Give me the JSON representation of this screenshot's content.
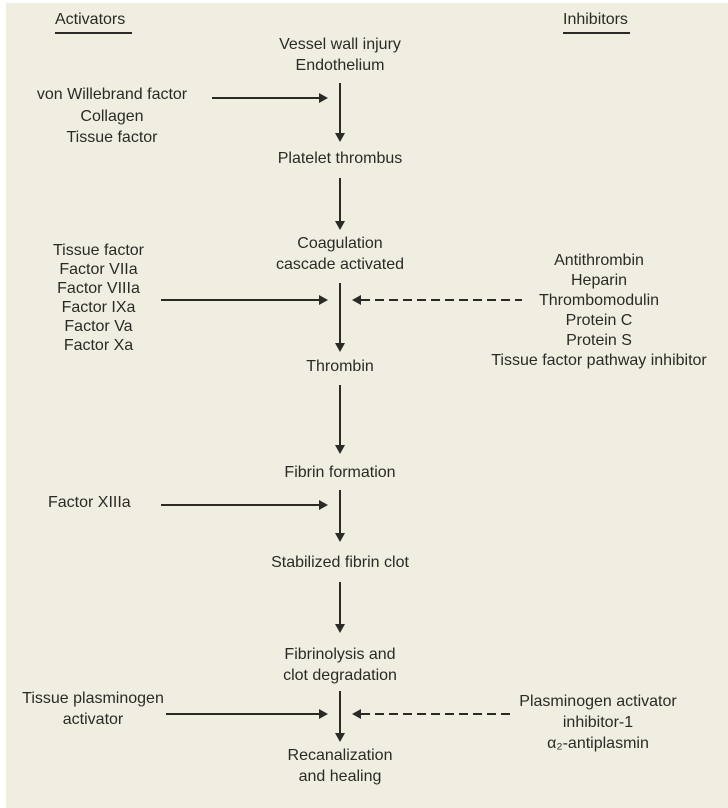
{
  "colors": {
    "background": "#efeee0",
    "text": "#2b2a26",
    "line": "#2b2a26"
  },
  "headers": {
    "activators": "Activators",
    "inhibitors": "Inhibitors"
  },
  "center": {
    "nodes": [
      {
        "id": "vessel-wall-injury",
        "lines": [
          "Vessel wall injury",
          "Endothelium"
        ]
      },
      {
        "id": "platelet-thrombus",
        "lines": [
          "Platelet thrombus"
        ]
      },
      {
        "id": "coagulation-cascade",
        "lines": [
          "Coagulation",
          "cascade activated"
        ]
      },
      {
        "id": "thrombin",
        "lines": [
          "Thrombin"
        ]
      },
      {
        "id": "fibrin-formation",
        "lines": [
          "Fibrin formation"
        ]
      },
      {
        "id": "stabilized-fibrin",
        "lines": [
          "Stabilized fibrin clot"
        ]
      },
      {
        "id": "fibrinolysis",
        "lines": [
          "Fibrinolysis and",
          "clot degradation"
        ]
      },
      {
        "id": "recanalization",
        "lines": [
          "Recanalization",
          "and healing"
        ]
      }
    ]
  },
  "activators": {
    "vessel_injury_group": [
      "von Willebrand factor",
      "Collagen",
      "Tissue factor"
    ],
    "coagulation_group": [
      "Tissue factor",
      "Factor VIIa",
      "Factor VIIIa",
      "Factor IXa",
      "Factor Va",
      "Factor Xa"
    ],
    "fibrin_group": [
      "Factor XIIIa"
    ],
    "fibrinolysis_group": [
      "Tissue plasminogen",
      "activator"
    ]
  },
  "inhibitors": {
    "coagulation_group": [
      "Antithrombin",
      "Heparin",
      "Thrombomodulin",
      "Protein C",
      "Protein S",
      "Tissue factor pathway inhibitor"
    ],
    "fibrinolysis_group": [
      "Plasminogen activator",
      "inhibitor-1",
      "α₂-antiplasmin"
    ]
  }
}
